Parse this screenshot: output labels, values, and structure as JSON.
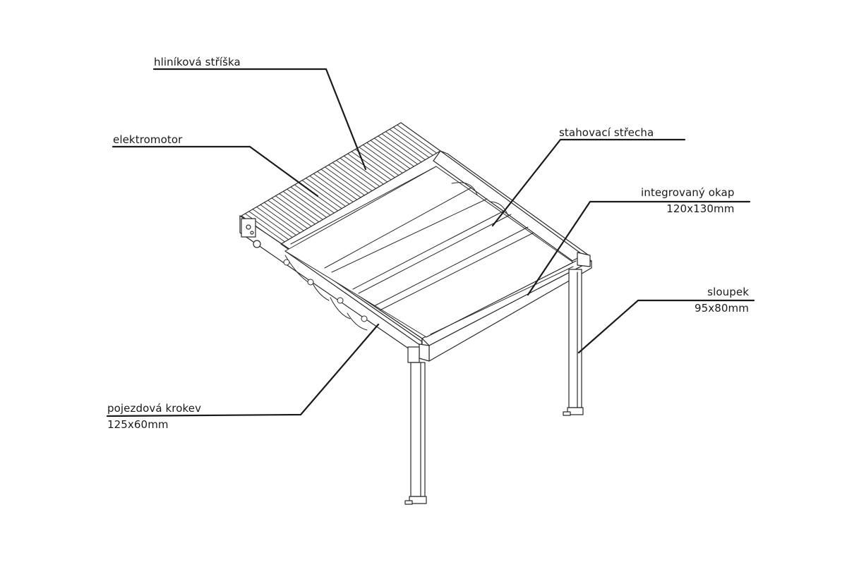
{
  "labels": {
    "roof_cap": {
      "title": "hliníková stříška"
    },
    "motor": {
      "title": "elektromotor"
    },
    "sliding_roof": {
      "title": "stahovací střecha"
    },
    "gutter": {
      "title": "integrovaný okap",
      "size": "120x130mm"
    },
    "post": {
      "title": "sloupek",
      "size": "95x80mm"
    },
    "rafter": {
      "title": "pojezdová krokev",
      "size": "125x60mm"
    }
  }
}
